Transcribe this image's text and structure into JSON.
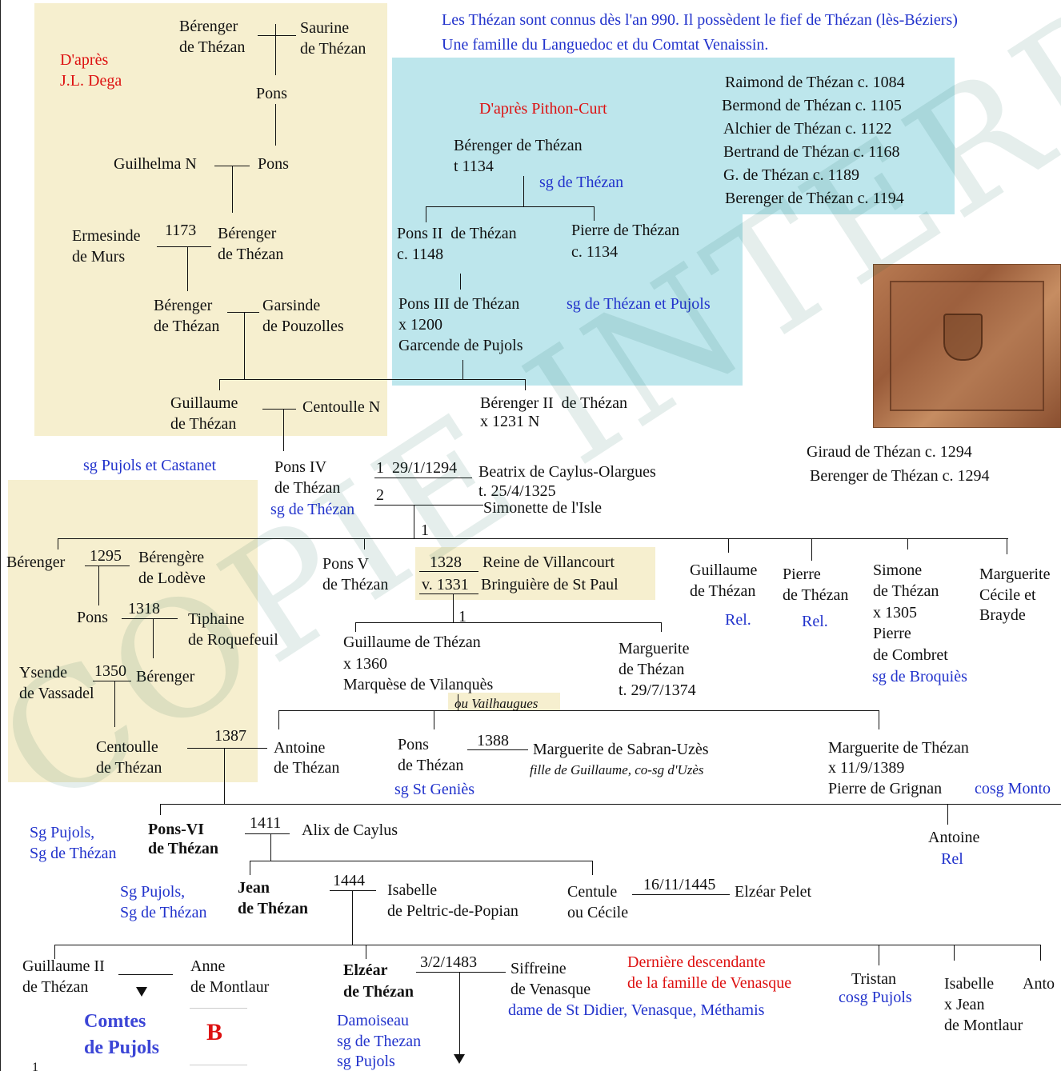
{
  "header": {
    "line1": "Les Thézan sont connus dès l'an 990. Il possèdent le fief de Thézan (lès-Béziers)",
    "line2": "Une famille du Languedoc et du Comtat Venaissin."
  },
  "sources": {
    "dega": [
      "D'après",
      "J.L. Dega"
    ],
    "pithon": "D'après Pithon-Curt"
  },
  "cyan_list": [
    "Raimond de Thézan c. 1084",
    "Bermond de Thézan c. 1105",
    "Alchier de Thézan c. 1122",
    "Bertrand de Thézan c. 1168",
    "G. de Thézan c. 1189",
    "Berenger de Thézan c. 1194"
  ],
  "persons": {
    "berenger_top": [
      "Bérenger",
      "de Thézan"
    ],
    "saurine": [
      "Saurine",
      "de Thézan"
    ],
    "pons_a": "Pons",
    "guilhelma": "Guilhelma N",
    "pons_b": "Pons",
    "ermesinde": [
      "Ermesinde",
      "de Murs"
    ],
    "year_1173": "1173",
    "berenger_b": [
      "Bérenger",
      "de Thézan"
    ],
    "berenger_c": [
      "Bérenger",
      "de Thézan"
    ],
    "garsinde": [
      "Garsinde",
      "de Pouzolles"
    ],
    "guillaume_a": [
      "Guillaume",
      "de Thézan"
    ],
    "centoulle_n": "Centoulle N",
    "berenger_pc": [
      "Bérenger de Thézan",
      "t 1134"
    ],
    "sg_thezan_1": "sg de Thézan",
    "pons_ii": [
      "Pons II  de Thézan",
      "c. 1148"
    ],
    "pierre_1134": [
      "Pierre de Thézan",
      "c. 1134"
    ],
    "pons_iii": [
      "Pons III de Thézan",
      "x 1200",
      "Garcende de Pujols"
    ],
    "sg_thezan_pujols": "sg de Thézan et Pujols",
    "berenger_ii": [
      "Bérenger II  de Thézan",
      "x 1231 N"
    ],
    "sg_pujols_castanet": "sg Pujols et Castanet",
    "pons_iv": [
      "Pons IV",
      "de Thézan"
    ],
    "sg_thezan_2": "sg de Thézan",
    "marr_pons_iv_1": "1  29/1/1294",
    "marr_pons_iv_2": "2",
    "beatrix": [
      "Beatrix de Caylus-Olargues",
      "t. 25/4/1325"
    ],
    "simonette": "Simonette de l'Isle",
    "one_a": "1",
    "giraud": [
      "Giraud de Thézan c. 1294",
      "Berenger de Thézan c. 1294"
    ],
    "berenger_1295": "Bérenger",
    "year_1295": "1295",
    "berengere": [
      "Bérengère",
      "de Lodève"
    ],
    "pons_1318": "Pons",
    "year_1318": "1318",
    "tiphaine": [
      "Tiphaine",
      "de Roquefeuil"
    ],
    "ysende": [
      "Ysende",
      "de Vassadel"
    ],
    "year_1350": "1350",
    "berenger_1350": "Bérenger",
    "centoulle_1387": [
      "Centoulle",
      "de Thézan"
    ],
    "year_1387": "1387",
    "pons_v": [
      "Pons V",
      "de Thézan"
    ],
    "year_1328": "1328",
    "v_1331": "v. 1331",
    "reine": [
      "Reine de Villancourt",
      "Bringuière de St Paul"
    ],
    "one_b": "1",
    "guillaume_1360": [
      "Guillaume de Thézan",
      "x 1360",
      "Marquèse de Vilanquès"
    ],
    "vailhaugues": "ou Vailhaugues",
    "marguerite_1374": [
      "Marguerite",
      "de Thézan",
      "t. 29/7/1374"
    ],
    "guillaume_rel": [
      "Guillaume",
      "de Thézan"
    ],
    "rel_1": "Rel.",
    "pierre_rel": [
      "Pierre",
      "de Thézan"
    ],
    "rel_2": "Rel.",
    "simone": [
      "Simone",
      "de Thézan",
      "x 1305",
      "Pierre",
      "de Combret"
    ],
    "sg_broquies": "sg de Broquiès",
    "marguerite_cb": [
      "Marguerite",
      "Cécile et",
      "Brayde"
    ],
    "antoine_a": [
      "Antoine",
      "de Thézan"
    ],
    "pons_stgenies": [
      "Pons",
      "de Thézan"
    ],
    "sg_stgenies": "sg St Geniès",
    "year_1388": "1388",
    "marguerite_sabran": "Marguerite de Sabran-Uzès",
    "fille_guillaume": "fille de Guillaume, co-sg d'Uzès",
    "marguerite_grignan": [
      "Marguerite de Thézan",
      "x 11/9/1389",
      "Pierre de Grignan"
    ],
    "cosg_monto": "cosg Monto",
    "sg_pujols_1": [
      "Sg Pujols,",
      "Sg de Thézan"
    ],
    "pons_vi": [
      "Pons-VI",
      "de Thézan"
    ],
    "year_1411": "1411",
    "alix": "Alix de Caylus",
    "antoine_rel": "Antoine",
    "rel_3": "Rel",
    "sg_pujols_2": [
      "Sg Pujols,",
      "Sg de Thézan"
    ],
    "jean": [
      "Jean",
      "de Thézan"
    ],
    "year_1444": "1444",
    "isabelle_p": [
      "Isabelle",
      "de Peltric-de-Popian"
    ],
    "centule": [
      "Centule",
      "ou Cécile"
    ],
    "date_1445": "16/11/1445",
    "elzear_pelet": "Elzéar Pelet",
    "guillaume_ii": [
      "Guillaume II",
      "de Thézan"
    ],
    "anne": [
      "Anne",
      "de Montlaur"
    ],
    "comtes": [
      "Comtes",
      "de Pujols"
    ],
    "b_label": "B",
    "elzear": [
      "Elzéar",
      "de Thézan"
    ],
    "date_1483": "3/2/1483",
    "siffreine": [
      "Siffreine",
      "de Venasque"
    ],
    "dame": "dame de St Didier, Venasque, Méthamis",
    "derniere": [
      "Dernière descendante",
      "de la famille de Venasque"
    ],
    "damoiseau": [
      "Damoiseau",
      "sg de Thezan",
      "sg Pujols"
    ],
    "tristan": "Tristan",
    "cosg_pujols": "cosg Pujols",
    "isabelle_m": [
      "Isabelle",
      "x Jean",
      "de Montlaur"
    ],
    "anto": "Anto",
    "page_num": "1"
  },
  "watermark": "COPIE INTERDITE",
  "colors": {
    "tan": "#f6efcf",
    "cyan": "#bde6ec",
    "blue": "#2233cc",
    "red": "#dd1111"
  },
  "icons": {
    "photo": "coat-of-arms-photo",
    "arrows": "down-arrow-icon"
  }
}
